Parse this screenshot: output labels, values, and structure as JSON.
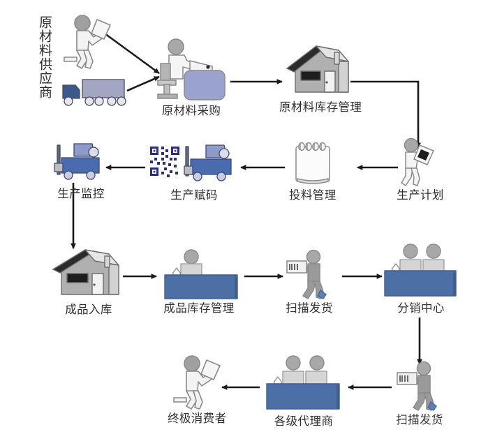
{
  "diagram": {
    "title_vertical": "原材料供应商",
    "palette": {
      "blue_counter": "#4c70a6",
      "blue_counter_dark": "#3f5f90",
      "truck_cab": "#3a5a8c",
      "truck_body": "#a3a6c0",
      "monitor_blue": "#9aa3ce",
      "forklift_blue": "#4a6bad",
      "forklift_cab": "#8e9ac8",
      "grey_light": "#d9d9d9",
      "grey_mid": "#a8a8a8",
      "grey_dark": "#6e6e6e",
      "roof_dark": "#2b2b2b",
      "line": "#1a1a1a",
      "text": "#303030"
    },
    "nodes": [
      {
        "id": "supplier-runner",
        "icon": "person-carrying-box-icon",
        "label": ""
      },
      {
        "id": "supplier-truck",
        "icon": "delivery-truck-icon",
        "label": ""
      },
      {
        "id": "raw-material-purchase",
        "icon": "person-at-computer-icon",
        "label": "原材料采购"
      },
      {
        "id": "raw-material-inventory",
        "icon": "warehouse-house-icon",
        "label": "原材料库存管理"
      },
      {
        "id": "production-plan",
        "icon": "person-with-tablet-icon",
        "label": "生产计划"
      },
      {
        "id": "feeding-management",
        "icon": "spiral-notepad-icon",
        "label": "投料管理"
      },
      {
        "id": "production-coding",
        "icon": "qrcode-forklift-icon",
        "label": "生产赋码"
      },
      {
        "id": "production-monitoring",
        "icon": "forklift-icon",
        "label": "生产监控"
      },
      {
        "id": "finished-goods-inbound",
        "icon": "warehouse-house-icon",
        "label": "成品入库"
      },
      {
        "id": "finished-goods-inventory",
        "icon": "counter-one-person-icon",
        "label": "成品库存管理"
      },
      {
        "id": "scan-shipment-1",
        "icon": "person-scanner-icon",
        "label": "扫描发货"
      },
      {
        "id": "distribution-center",
        "icon": "counter-two-person-icon",
        "label": "分销中心"
      },
      {
        "id": "scan-shipment-2",
        "icon": "person-scanner-icon",
        "label": "扫描发货"
      },
      {
        "id": "agents-all-levels",
        "icon": "counter-two-person-icon",
        "label": "各级代理商"
      },
      {
        "id": "end-consumer",
        "icon": "person-carrying-box-icon",
        "label": "终极消费者"
      }
    ],
    "flow_edges": [
      {
        "from": "supplier-runner",
        "to": "raw-material-purchase",
        "kind": "diagonal"
      },
      {
        "from": "supplier-truck",
        "to": "raw-material-purchase",
        "kind": "diagonal"
      },
      {
        "from": "raw-material-purchase",
        "to": "raw-material-inventory",
        "kind": "straight-right"
      },
      {
        "from": "raw-material-inventory",
        "to": "production-plan",
        "kind": "elbow-right-down"
      },
      {
        "from": "production-plan",
        "to": "feeding-management",
        "kind": "straight-left"
      },
      {
        "from": "feeding-management",
        "to": "production-coding",
        "kind": "straight-left"
      },
      {
        "from": "production-coding",
        "to": "production-monitoring",
        "kind": "straight-left"
      },
      {
        "from": "production-monitoring",
        "to": "finished-goods-inbound",
        "kind": "straight-down"
      },
      {
        "from": "finished-goods-inbound",
        "to": "finished-goods-inventory",
        "kind": "straight-right"
      },
      {
        "from": "finished-goods-inventory",
        "to": "scan-shipment-1",
        "kind": "straight-right"
      },
      {
        "from": "scan-shipment-1",
        "to": "distribution-center",
        "kind": "straight-right"
      },
      {
        "from": "distribution-center",
        "to": "scan-shipment-2",
        "kind": "straight-down"
      },
      {
        "from": "scan-shipment-2",
        "to": "agents-all-levels",
        "kind": "straight-left"
      },
      {
        "from": "agents-all-levels",
        "to": "end-consumer",
        "kind": "straight-left"
      }
    ]
  }
}
